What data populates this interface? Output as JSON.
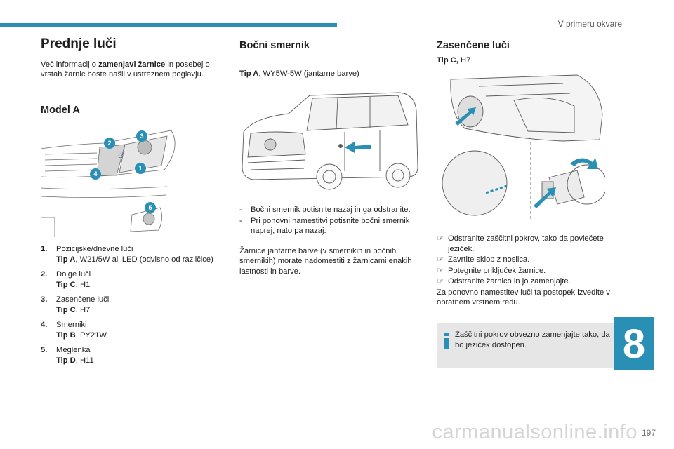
{
  "header": {
    "chapter_title": "V primeru okvare",
    "chapter_number": "8"
  },
  "col1": {
    "title": "Prednje luči",
    "intro_pre": "Več informacij o ",
    "intro_bold": "zamenjavi žarnice",
    "intro_post": " in posebej o vrstah žarnic boste našli v ustreznem poglavju.",
    "model_title": "Model A",
    "callouts": [
      "2",
      "3",
      "4",
      "1",
      "5"
    ],
    "lamps": [
      {
        "num": "1.",
        "name": "Pozicijske/dnevne luči",
        "type_label": "Tip A",
        "type_rest": ", W21/5W ali LED (odvisno od različice)"
      },
      {
        "num": "2.",
        "name": "Dolge luči",
        "type_label": "Tip C",
        "type_rest": ", H1"
      },
      {
        "num": "3.",
        "name": "Zasenčene luči",
        "type_label": "Tip C",
        "type_rest": ", H7"
      },
      {
        "num": "4.",
        "name": "Smerniki",
        "type_label": "Tip B",
        "type_rest": ", PY21W"
      },
      {
        "num": "5.",
        "name": "Meglenka",
        "type_label": "Tip D",
        "type_rest": ", H11"
      }
    ]
  },
  "col2": {
    "title": "Bočni smernik",
    "type_label": "Tip A",
    "type_rest": ", WY5W-5W (jantarne barve)",
    "steps": [
      "Bočni smernik potisnite nazaj in ga odstranite.",
      "Pri ponovni namestitvi potisnite bočni smernik naprej, nato pa nazaj."
    ],
    "step_mark": "-",
    "note": "Žarnice jantarne barve (v smernikih in bočnih smernikih) morate nadomestiti z žarnicami enakih lastnosti in barve."
  },
  "col3": {
    "title": "Zasenčene luči",
    "type_label": "Tip C,",
    "type_rest": " H7",
    "step_mark": "",
    "steps": [
      "Odstranite zaščitni pokrov, tako da povlečete jeziček.",
      "Zavrtite sklop z nosilca.",
      "Potegnite priključek žarnice.",
      "Odstranite žarnico in jo zamenjajte."
    ],
    "note": "Za ponovno namestitev luči ta postopek izvedite v obratnem vrstnem redu.",
    "info": "Zaščitni pokrov obvezno zamenjajte tako, da bo jeziček dostopen."
  },
  "footer": {
    "page_number": "197",
    "watermark": "carmanualsonline.info"
  },
  "colors": {
    "accent": "#2a8fb4",
    "info_bg": "#e6e6e6",
    "text": "#1e1e1e"
  },
  "icons": {
    "info": "info-icon",
    "step_marker": "hand-pointer-icon"
  }
}
